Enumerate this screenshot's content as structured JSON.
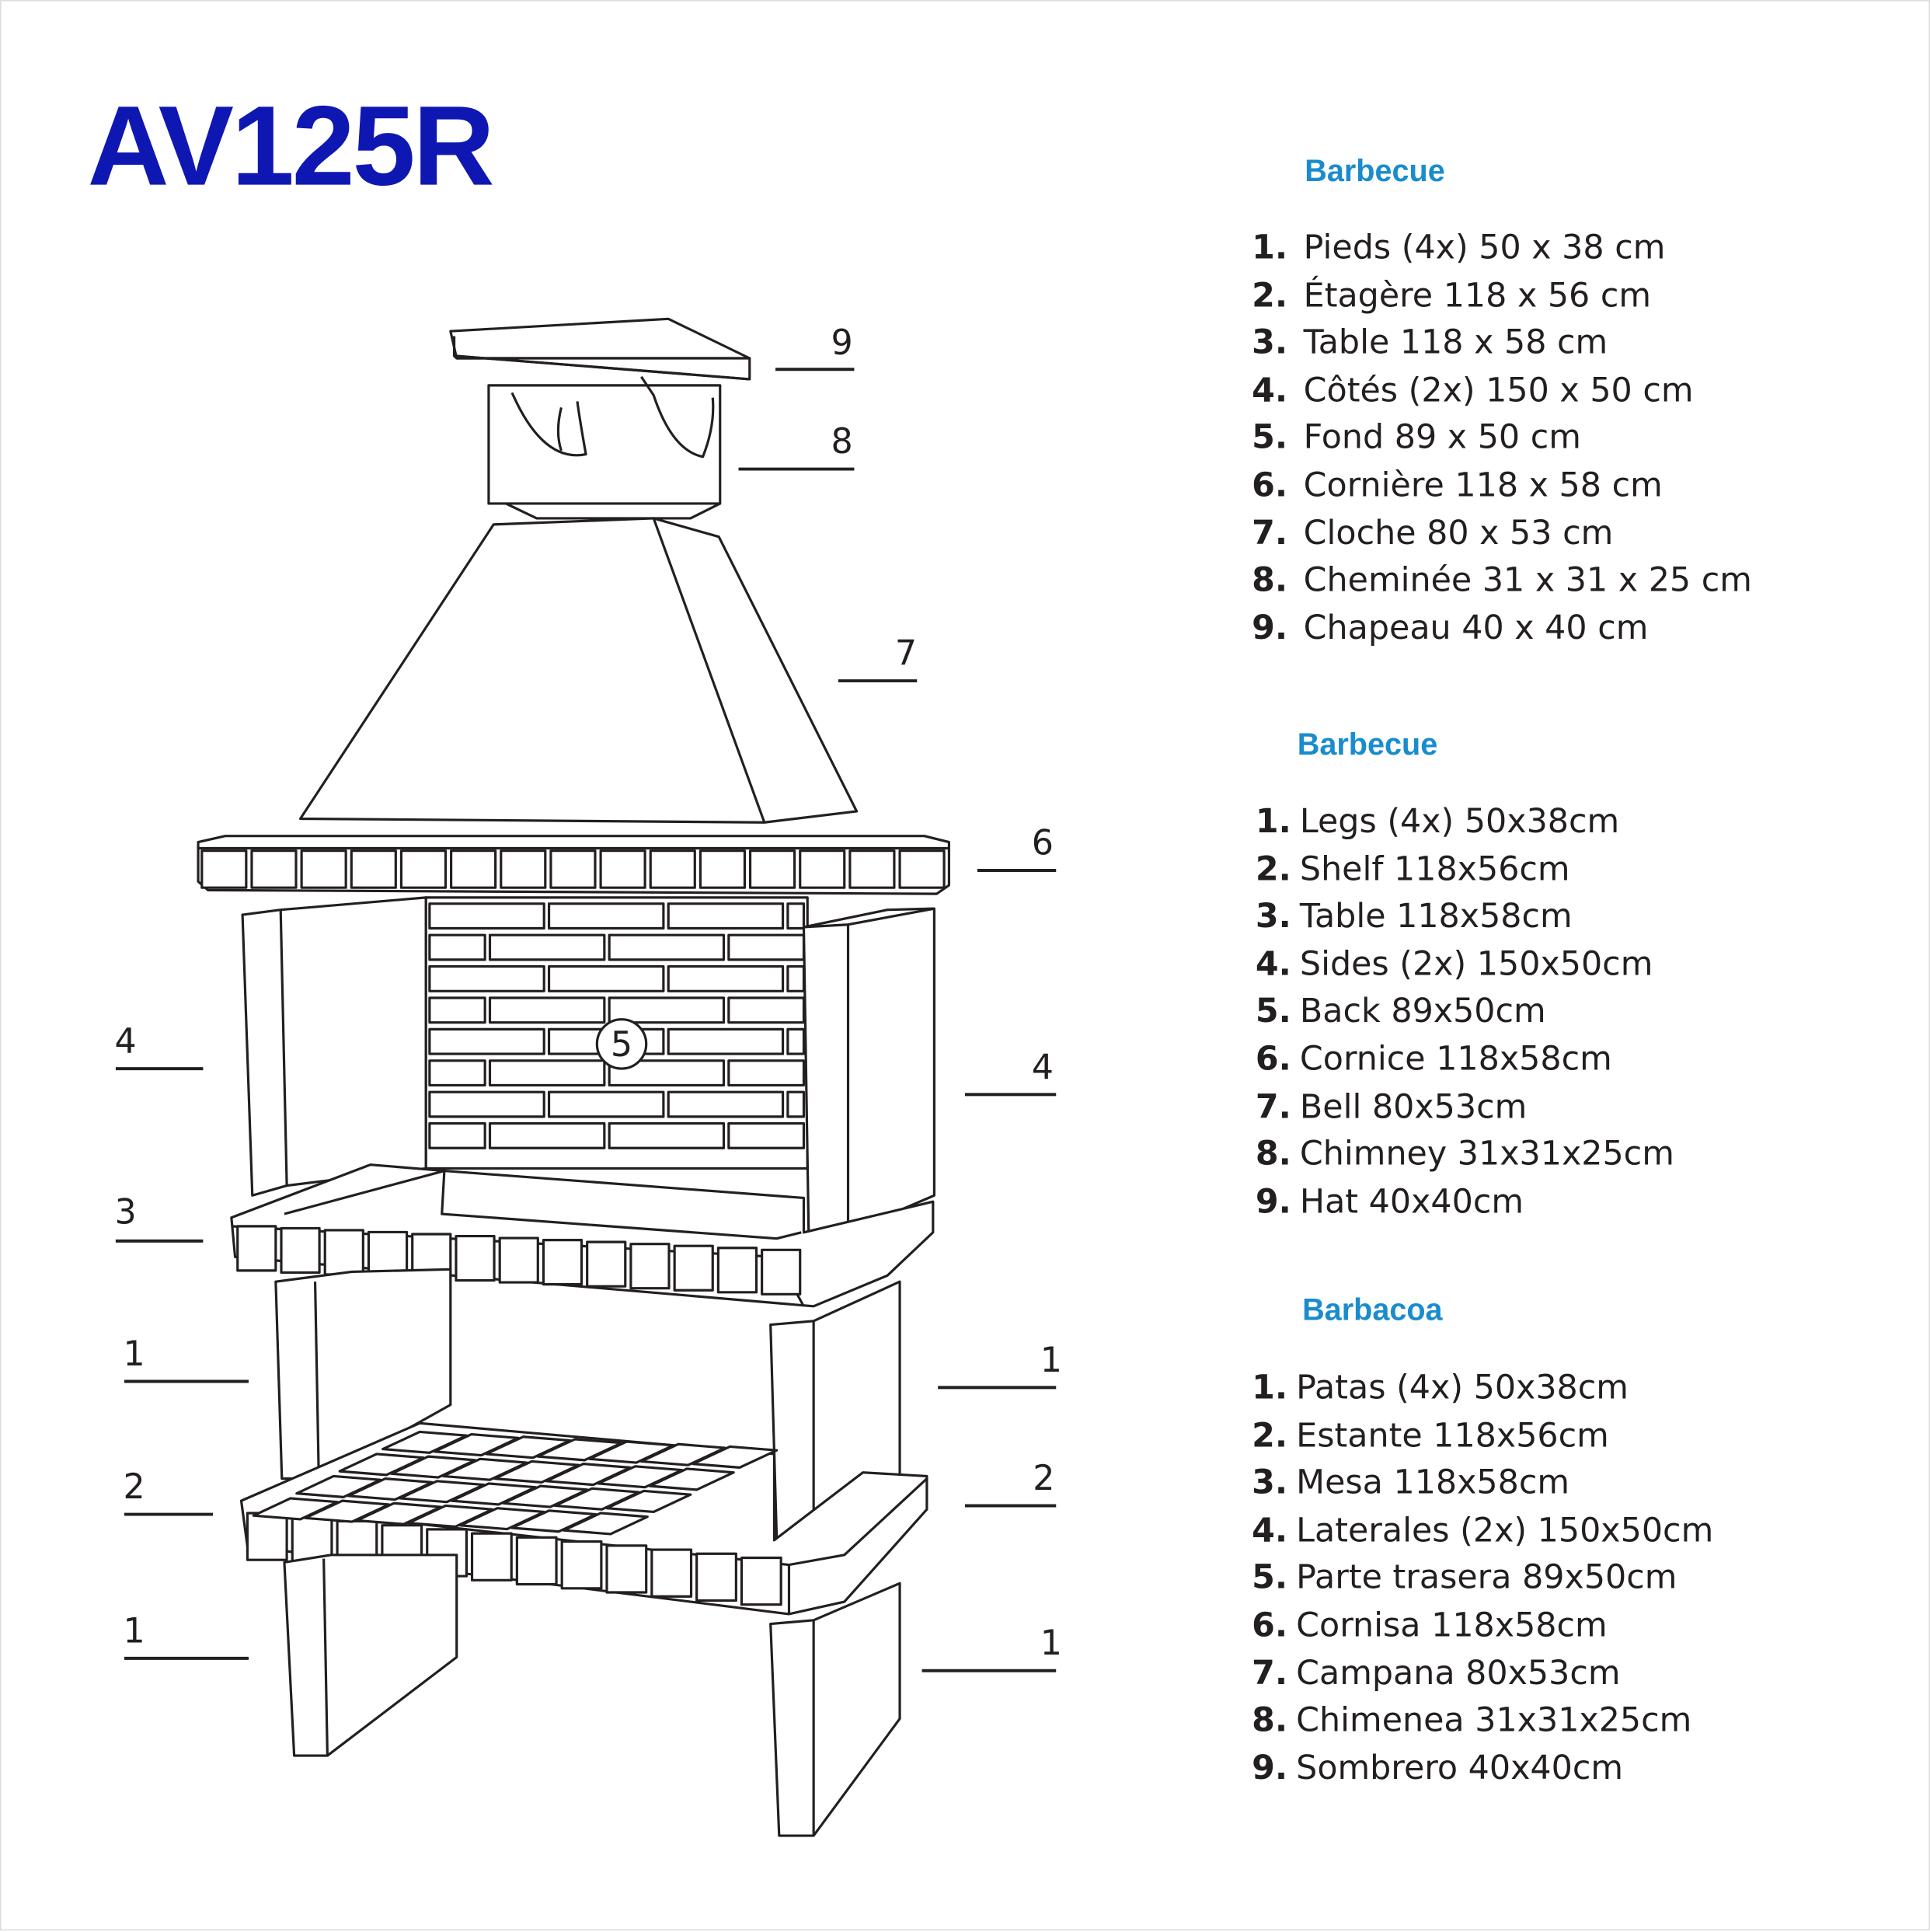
{
  "title": "AV125R",
  "colors": {
    "title": "#0f17b3",
    "heading": "#1a8ccd",
    "text": "#231f20"
  },
  "diagram": {
    "callouts": [
      "9",
      "8",
      "7",
      "6",
      "4",
      "4",
      "3",
      "1",
      "1",
      "2",
      "2",
      "1",
      "1"
    ],
    "center_label": "5"
  },
  "lists": [
    {
      "heading": "Barbecue",
      "items": [
        {
          "num": "1.",
          "text": "Pieds (4x) 50 x 38 cm"
        },
        {
          "num": "2.",
          "text": "Étagère 118 x 56 cm"
        },
        {
          "num": "3.",
          "text": "Table 118 x 58 cm"
        },
        {
          "num": "4.",
          "text": "Côtés (2x) 150 x 50 cm"
        },
        {
          "num": "5.",
          "text": "Fond 89 x 50 cm"
        },
        {
          "num": "6.",
          "text": "Cornière 118 x 58 cm"
        },
        {
          "num": "7.",
          "text": "Cloche 80 x 53 cm"
        },
        {
          "num": "8.",
          "text": "Cheminée 31 x 31 x 25 cm"
        },
        {
          "num": "9.",
          "text": "Chapeau 40 x 40 cm"
        }
      ]
    },
    {
      "heading": "Barbecue",
      "items": [
        {
          "num": "1.",
          "text": "Legs (4x) 50x38cm"
        },
        {
          "num": "2.",
          "text": "Shelf 118x56cm"
        },
        {
          "num": "3.",
          "text": "Table 118x58cm"
        },
        {
          "num": "4.",
          "text": "Sides (2x) 150x50cm"
        },
        {
          "num": "5.",
          "text": "Back 89x50cm"
        },
        {
          "num": "6.",
          "text": "Cornice 118x58cm"
        },
        {
          "num": "7.",
          "text": "Bell 80x53cm"
        },
        {
          "num": "8.",
          "text": "Chimney 31x31x25cm"
        },
        {
          "num": "9.",
          "text": "Hat 40x40cm"
        }
      ]
    },
    {
      "heading": "Barbacoa",
      "items": [
        {
          "num": "1.",
          "text": "Patas (4x) 50x38cm"
        },
        {
          "num": "2.",
          "text": "Estante 118x56cm"
        },
        {
          "num": "3.",
          "text": "Mesa 118x58cm"
        },
        {
          "num": "4.",
          "text": "Laterales (2x) 150x50cm"
        },
        {
          "num": "5.",
          "text": "Parte trasera 89x50cm"
        },
        {
          "num": "6.",
          "text": "Cornisa 118x58cm"
        },
        {
          "num": "7.",
          "text": "Campana 80x53cm"
        },
        {
          "num": "8.",
          "text": "Chimenea 31x31x25cm"
        },
        {
          "num": "9.",
          "text": "Sombrero 40x40cm"
        }
      ]
    }
  ]
}
